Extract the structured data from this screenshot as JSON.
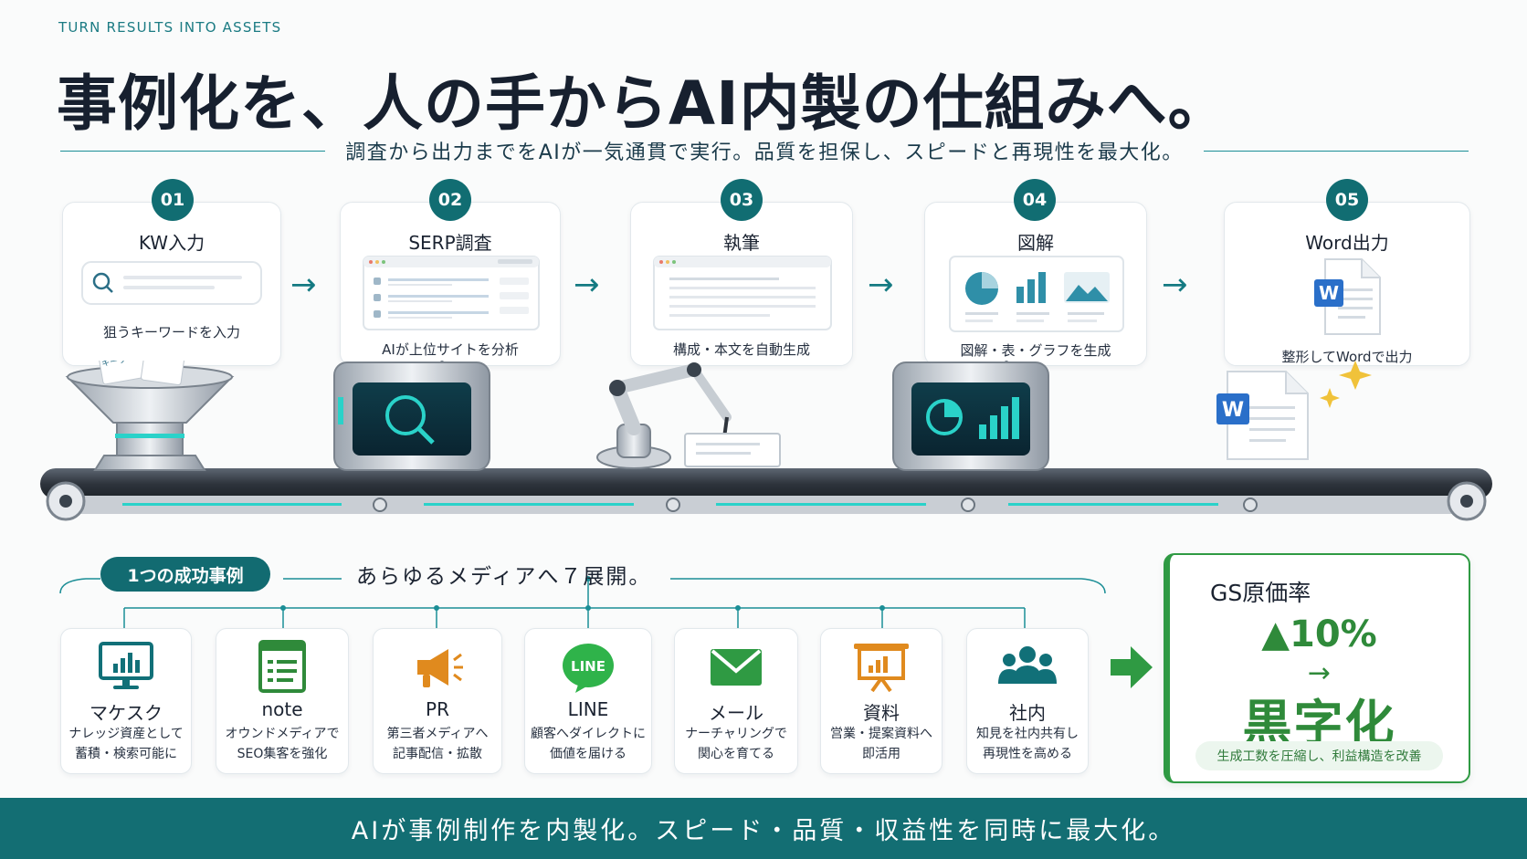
{
  "header": {
    "eyebrow": "TURN RESULTS INTO ASSETS",
    "title": "事例化を、人の手からAI内製の仕組みへ。",
    "subtitle": "調査から出力までをAIが一気通貫で実行。品質を担保し、スピードと再現性を最大化。"
  },
  "steps": [
    {
      "num": "01",
      "title": "KW入力",
      "desc": "狙うキーワードを入力"
    },
    {
      "num": "02",
      "title": "SERP調査",
      "desc": "AIが上位サイトを分析"
    },
    {
      "num": "03",
      "title": "執筆",
      "desc": "構成・本文を自動生成"
    },
    {
      "num": "04",
      "title": "図解",
      "desc": "図解・表・グラフを生成"
    },
    {
      "num": "05",
      "title": "Word出力",
      "desc": "整形してWordで出力"
    }
  ],
  "conveyor": {
    "hopper_label": "キーワード",
    "word_badge": "W"
  },
  "media": {
    "tag": "1つの成功事例",
    "heading": "あらゆるメディアへ７展開。",
    "items": [
      {
        "name": "マケスク",
        "desc1": "ナレッジ資産として",
        "desc2": "蓄積・検索可能に",
        "icon": "monitor-chart-icon"
      },
      {
        "name": "note",
        "desc1": "オウンドメディアで",
        "desc2": "SEO集客を強化",
        "icon": "document-list-icon"
      },
      {
        "name": "PR",
        "desc1": "第三者メディアへ",
        "desc2": "記事配信・拡散",
        "icon": "megaphone-icon"
      },
      {
        "name": "LINE",
        "desc1": "顧客へダイレクトに",
        "desc2": "価値を届ける",
        "icon": "line-icon",
        "icon_text": "LINE"
      },
      {
        "name": "メール",
        "desc1": "ナーチャリングで",
        "desc2": "関心を育てる",
        "icon": "mail-icon"
      },
      {
        "name": "資料",
        "desc1": "営業・提案資料へ",
        "desc2": "即活用",
        "icon": "presentation-icon"
      },
      {
        "name": "社内",
        "desc1": "知見を社内共有し",
        "desc2": "再現性を高める",
        "icon": "team-icon"
      }
    ]
  },
  "gs": {
    "title": "GS原価率",
    "value": "▲10%",
    "arrow": "→",
    "result": "黒字化",
    "note": "生成工数を圧縮し、利益構造を改善"
  },
  "footer": {
    "text": "AIが事例制作を内製化。スピード・品質・収益性を同時に最大化。"
  },
  "colors": {
    "teal": "#116d72",
    "green": "#2f9a43",
    "orange": "#e08a1e",
    "line_green": "#2fb34a"
  }
}
